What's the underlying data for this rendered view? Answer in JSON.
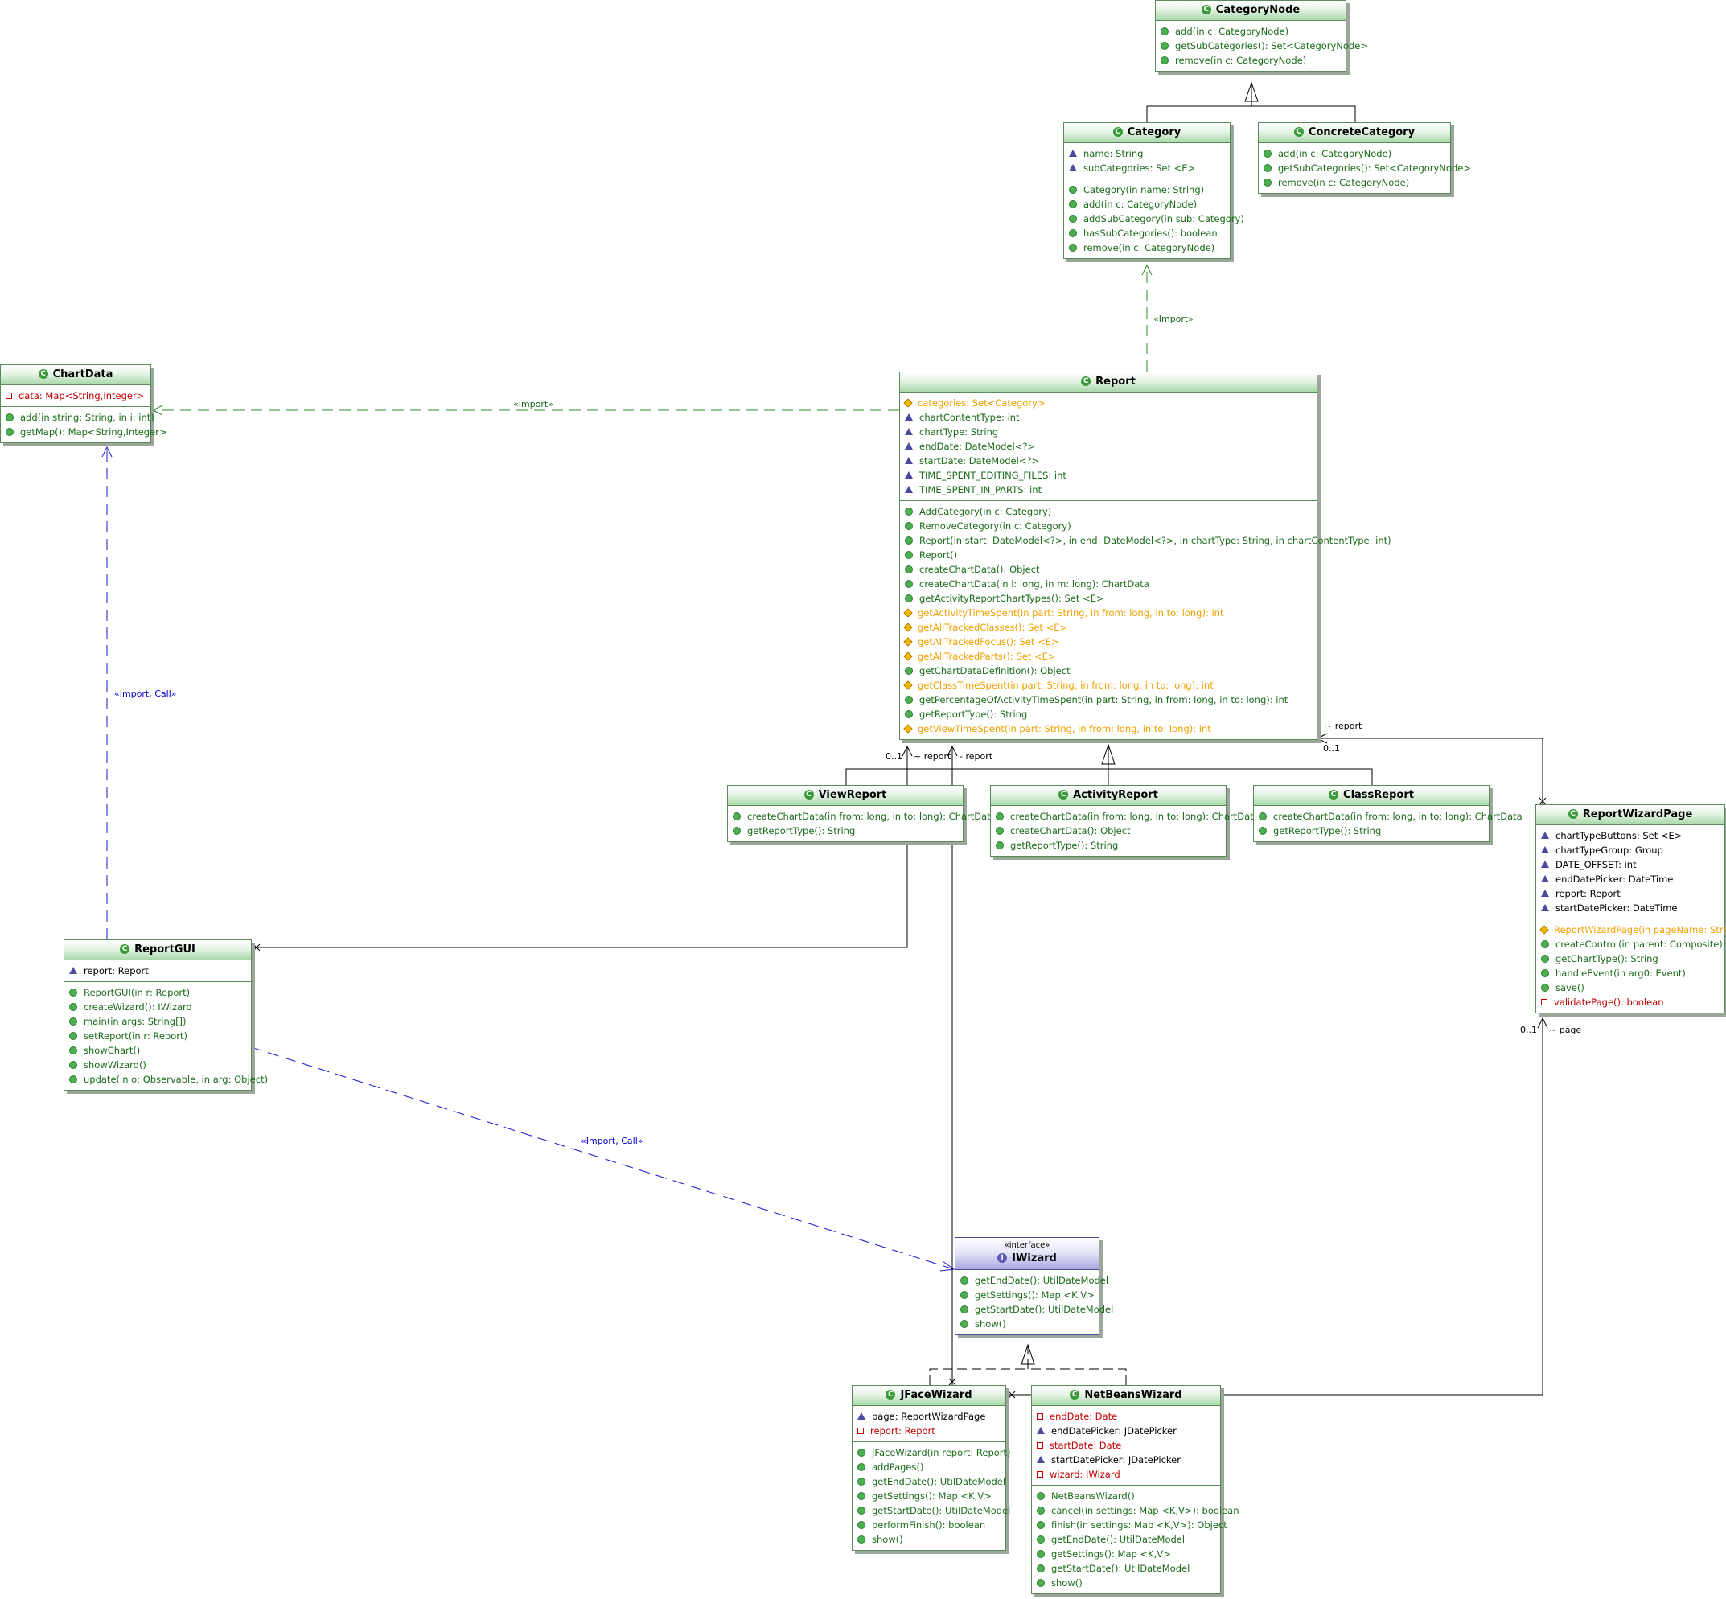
{
  "classes": {
    "categorynode": {
      "name": "CategoryNode",
      "attributes": [],
      "methods": [
        {
          "text": "add(in c: CategoryNode)",
          "vis": "pub",
          "color": "green"
        },
        {
          "text": "getSubCategories(): Set<CategoryNode>",
          "vis": "pub",
          "color": "green"
        },
        {
          "text": "remove(in c: CategoryNode)",
          "vis": "pub",
          "color": "green"
        }
      ]
    },
    "category": {
      "name": "Category",
      "attributes": [
        {
          "text": "name: String",
          "vis": "pkg",
          "color": "green"
        },
        {
          "text": "subCategories: Set <E>",
          "vis": "pkg",
          "color": "green"
        }
      ],
      "methods": [
        {
          "text": "Category(in name: String)",
          "vis": "pub",
          "color": "green"
        },
        {
          "text": "add(in c: CategoryNode)",
          "vis": "pub",
          "color": "green"
        },
        {
          "text": "addSubCategory(in sub: Category)",
          "vis": "pub",
          "color": "green"
        },
        {
          "text": "hasSubCategories(): boolean",
          "vis": "pub",
          "color": "green"
        },
        {
          "text": "remove(in c: CategoryNode)",
          "vis": "pub",
          "color": "green"
        }
      ]
    },
    "concretecategory": {
      "name": "ConcreteCategory",
      "attributes": [],
      "methods": [
        {
          "text": "add(in c: CategoryNode)",
          "vis": "pub",
          "color": "green"
        },
        {
          "text": "getSubCategories(): Set<CategoryNode>",
          "vis": "pub",
          "color": "green"
        },
        {
          "text": "remove(in c: CategoryNode)",
          "vis": "pub",
          "color": "green"
        }
      ]
    },
    "chartdata": {
      "name": "ChartData",
      "attributes": [
        {
          "text": "data: Map<String,Integer>",
          "vis": "priv",
          "color": "red"
        }
      ],
      "methods": [
        {
          "text": "add(in string: String, in i: int)",
          "vis": "pub",
          "color": "green"
        },
        {
          "text": "getMap(): Map<String,Integer>",
          "vis": "pub",
          "color": "green"
        }
      ]
    },
    "report": {
      "name": "Report",
      "attributes": [
        {
          "text": "categories: Set<Category>",
          "vis": "prot",
          "color": "orange"
        },
        {
          "text": "chartContentType: int",
          "vis": "pkg",
          "color": "green"
        },
        {
          "text": "chartType: String",
          "vis": "pkg",
          "color": "green"
        },
        {
          "text": "endDate: DateModel<?>",
          "vis": "pkg",
          "color": "green"
        },
        {
          "text": "startDate: DateModel<?>",
          "vis": "pkg",
          "color": "green"
        },
        {
          "text": "TIME_SPENT_EDITING_FILES: int",
          "vis": "pkg",
          "color": "green"
        },
        {
          "text": "TIME_SPENT_IN_PARTS: int",
          "vis": "pkg",
          "color": "green"
        }
      ],
      "methods": [
        {
          "text": "AddCategory(in c: Category)",
          "vis": "pub",
          "color": "green"
        },
        {
          "text": "RemoveCategory(in c: Category)",
          "vis": "pub",
          "color": "green"
        },
        {
          "text": "Report(in start: DateModel<?>, in end: DateModel<?>, in chartType: String, in chartContentType: int)",
          "vis": "pub",
          "color": "green"
        },
        {
          "text": "Report()",
          "vis": "pub",
          "color": "green"
        },
        {
          "text": "createChartData(): Object",
          "vis": "pub",
          "color": "green"
        },
        {
          "text": "createChartData(in l: long, in m: long): ChartData",
          "vis": "pub",
          "color": "green"
        },
        {
          "text": "getActivityReportChartTypes(): Set <E>",
          "vis": "pub",
          "color": "green"
        },
        {
          "text": "getActivityTimeSpent(in part: String, in from: long, in to: long): int",
          "vis": "prot",
          "color": "orange"
        },
        {
          "text": "getAllTrackedClasses(): Set <E>",
          "vis": "prot",
          "color": "orange"
        },
        {
          "text": "getAllTrackedFocus(): Set <E>",
          "vis": "prot",
          "color": "orange"
        },
        {
          "text": "getAllTrackedParts(): Set <E>",
          "vis": "prot",
          "color": "orange"
        },
        {
          "text": "getChartDataDefinition(): Object",
          "vis": "pub",
          "color": "green"
        },
        {
          "text": "getClassTimeSpent(in part: String, in from: long, in to: long): int",
          "vis": "prot",
          "color": "orange"
        },
        {
          "text": "getPercentageOfActivityTimeSpent(in part: String, in from: long, in to: long): int",
          "vis": "pub",
          "color": "green"
        },
        {
          "text": "getReportType(): String",
          "vis": "pub",
          "color": "green"
        },
        {
          "text": "getViewTimeSpent(in part: String, in from: long, in to: long): int",
          "vis": "prot",
          "color": "orange"
        }
      ]
    },
    "viewreport": {
      "name": "ViewReport",
      "attributes": [],
      "methods": [
        {
          "text": "createChartData(in from: long, in to: long): ChartData",
          "vis": "pub",
          "color": "green"
        },
        {
          "text": "getReportType(): String",
          "vis": "pub",
          "color": "green"
        }
      ]
    },
    "activityreport": {
      "name": "ActivityReport",
      "attributes": [],
      "methods": [
        {
          "text": "createChartData(in from: long, in to: long): ChartData",
          "vis": "pub",
          "color": "green"
        },
        {
          "text": "createChartData(): Object",
          "vis": "pub",
          "color": "green"
        },
        {
          "text": "getReportType(): String",
          "vis": "pub",
          "color": "green"
        }
      ]
    },
    "classreport": {
      "name": "ClassReport",
      "attributes": [],
      "methods": [
        {
          "text": "createChartData(in from: long, in to: long): ChartData",
          "vis": "pub",
          "color": "green"
        },
        {
          "text": "getReportType(): String",
          "vis": "pub",
          "color": "green"
        }
      ]
    },
    "reportwizardpage": {
      "name": "ReportWizardPage",
      "attributes": [
        {
          "text": "chartTypeButtons: Set <E>",
          "vis": "pkg",
          "color": "black"
        },
        {
          "text": "chartTypeGroup: Group",
          "vis": "pkg",
          "color": "black"
        },
        {
          "text": "DATE_OFFSET: int",
          "vis": "pkg",
          "color": "black"
        },
        {
          "text": "endDatePicker: DateTime",
          "vis": "pkg",
          "color": "black"
        },
        {
          "text": "report: Report",
          "vis": "pkg",
          "color": "black"
        },
        {
          "text": "startDatePicker: DateTime",
          "vis": "pkg",
          "color": "black"
        }
      ],
      "methods": [
        {
          "text": "ReportWizardPage(in pageName: String)",
          "vis": "prot",
          "color": "orange"
        },
        {
          "text": "createControl(in parent: Composite)",
          "vis": "pub",
          "color": "green"
        },
        {
          "text": "getChartType(): String",
          "vis": "pub",
          "color": "green"
        },
        {
          "text": "handleEvent(in arg0: Event)",
          "vis": "pub",
          "color": "green"
        },
        {
          "text": "save()",
          "vis": "pub",
          "color": "green"
        },
        {
          "text": "validatePage(): boolean",
          "vis": "priv",
          "color": "red"
        }
      ]
    },
    "reportgui": {
      "name": "ReportGUI",
      "attributes": [
        {
          "text": "report: Report",
          "vis": "pkg",
          "color": "black"
        }
      ],
      "methods": [
        {
          "text": "ReportGUI(in r: Report)",
          "vis": "pub",
          "color": "green"
        },
        {
          "text": "createWizard(): IWizard",
          "vis": "pub",
          "color": "green"
        },
        {
          "text": "main(in args: String[])",
          "vis": "pub",
          "color": "green"
        },
        {
          "text": "setReport(in r: Report)",
          "vis": "pub",
          "color": "green"
        },
        {
          "text": "showChart()",
          "vis": "pub",
          "color": "green"
        },
        {
          "text": "showWizard()",
          "vis": "pub",
          "color": "green"
        },
        {
          "text": "update(in o: Observable, in arg: Object)",
          "vis": "pub",
          "color": "green"
        }
      ]
    },
    "iwizard": {
      "name": "IWizard",
      "stereotype": "«interface»",
      "attributes": [],
      "methods": [
        {
          "text": "getEndDate(): UtilDateModel",
          "vis": "pub",
          "color": "green"
        },
        {
          "text": "getSettings(): Map <K,V>",
          "vis": "pub",
          "color": "green"
        },
        {
          "text": "getStartDate(): UtilDateModel",
          "vis": "pub",
          "color": "green"
        },
        {
          "text": "show()",
          "vis": "pub",
          "color": "green"
        }
      ]
    },
    "jfacewizard": {
      "name": "JFaceWizard",
      "attributes": [
        {
          "text": "page: ReportWizardPage",
          "vis": "pkg",
          "color": "black"
        },
        {
          "text": "report: Report",
          "vis": "priv",
          "color": "red"
        }
      ],
      "methods": [
        {
          "text": "JFaceWizard(in report: Report)",
          "vis": "pub",
          "color": "green"
        },
        {
          "text": "addPages()",
          "vis": "pub",
          "color": "green"
        },
        {
          "text": "getEndDate(): UtilDateModel",
          "vis": "pub",
          "color": "green"
        },
        {
          "text": "getSettings(): Map <K,V>",
          "vis": "pub",
          "color": "green"
        },
        {
          "text": "getStartDate(): UtilDateModel",
          "vis": "pub",
          "color": "green"
        },
        {
          "text": "performFinish(): boolean",
          "vis": "pub",
          "color": "green"
        },
        {
          "text": "show()",
          "vis": "pub",
          "color": "green"
        }
      ]
    },
    "netbeanswizard": {
      "name": "NetBeansWizard",
      "attributes": [
        {
          "text": "endDate: Date",
          "vis": "priv",
          "color": "red"
        },
        {
          "text": "endDatePicker: JDatePicker",
          "vis": "pkg",
          "color": "black"
        },
        {
          "text": "startDate: Date",
          "vis": "priv",
          "color": "red"
        },
        {
          "text": "startDatePicker: JDatePicker",
          "vis": "pkg",
          "color": "black"
        },
        {
          "text": "wizard: IWizard",
          "vis": "priv",
          "color": "red"
        }
      ],
      "methods": [
        {
          "text": "NetBeansWizard()",
          "vis": "pub",
          "color": "green"
        },
        {
          "text": "cancel(in settings: Map <K,V>): boolean",
          "vis": "pub",
          "color": "green"
        },
        {
          "text": "finish(in settings: Map <K,V>): Object",
          "vis": "pub",
          "color": "green"
        },
        {
          "text": "getEndDate(): UtilDateModel",
          "vis": "pub",
          "color": "green"
        },
        {
          "text": "getSettings(): Map <K,V>",
          "vis": "pub",
          "color": "green"
        },
        {
          "text": "getStartDate(): UtilDateModel",
          "vis": "pub",
          "color": "green"
        },
        {
          "text": "show()",
          "vis": "pub",
          "color": "green"
        }
      ]
    }
  },
  "labels": {
    "import_category": "«Import»",
    "import_chartdata": "«Import»",
    "import_call_chartdata": "«Import, Call»",
    "import_call_iwizard": "«Import, Call»",
    "report_reportwizardpage_role": "~ report",
    "report_reportwizardpage_mult": "0..1",
    "report_gui_mult": "0..1",
    "report_gui_role": "~ report",
    "report_jface_role": "- report",
    "page_role": "~ page",
    "page_mult": "0..1"
  },
  "icons": {
    "class": "class-icon",
    "interface": "interface-icon",
    "method": "method-icon",
    "field": "field-icon"
  }
}
